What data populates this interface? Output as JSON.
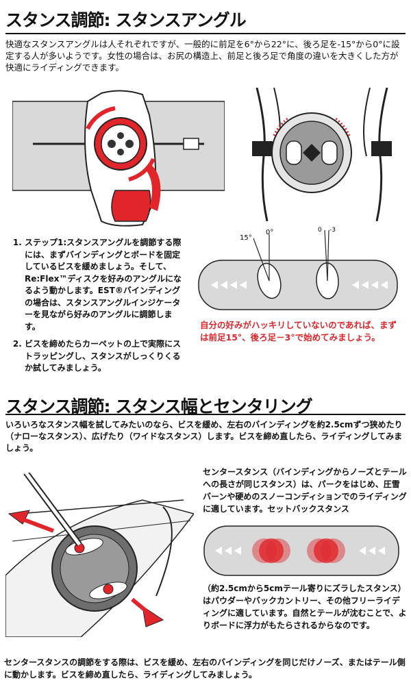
{
  "section1": {
    "title": "スタンス調節: スタンスアングル",
    "intro": "快適なスタンスアングルは人それぞれですが、一般的に前足を6°から22°に、後ろ足を-15°から0°に設定する人が多いようです。女性の場合は、お尻の構造上、前足と後ろ足で角度の違いを大きくした方が快適にライディングできます。",
    "steps": [
      "ステップ1:スタンスアングルを調節する際には、まずバインディングとボードを固定しているビスを緩めましょう。そして、Re:Flex™ディスクを好みのアングルになるよう動かします。EST®バインディングの場合は、スタンスアングルインジケーターを見ながら好みのアングルに調節します。",
      "ビスを締めたらカーペットの上で実際にストラッピングし、スタンスがしっくりくるか試してみましょう。"
    ],
    "recommend": "自分の好みがハッキリしていないのであれば、まずは前足15°、後ろ足－3°で始めてみましょう。",
    "angle_labels": {
      "front": "15°",
      "front_zero": "0°",
      "rear_zero": "0",
      "rear": "-3"
    }
  },
  "section2": {
    "title": "スタンス調節: スタンス幅とセンタリング",
    "intro": "いろいろなスタンス幅を試してみたいのなら、ビスを緩め、左右のバインディングを約2.5cmずつ狭めたり（ナローなスタンス）、広げたり（ワイドなスタンス）します。ビスを締め直したら、ライディングしてみましょう。",
    "center_text": "センタースタンス（バインディングからノーズとテールへの長さが同じスタンス）は、パークをはじめ、圧雪バーンや硬めのスノーコンディションでのライディングに適しています。セットバックスタンス",
    "setback_text": "（約2.5cmから5cmテール寄りにズラしたスタンス）はパウダーやバックカントリー、その他フリーライディングに適しています。自然とテールが沈むことで、よりボードに浮力がもたらされるからなのです。",
    "footer": "センタースタンスの調節をする際は、ビスを緩め、左右のバインディングを同じだけノーズ、またはテール側に動かします。ビスを締め直したら、ライディングしてみましょう。"
  },
  "colors": {
    "accent": "#e0252b",
    "ink": "#111111",
    "board": "#d9d9d9"
  },
  "icons": [
    "binding-disc-illustration",
    "binding-top-illustration",
    "snowboard-angle-diagram",
    "screwdriver-disc-illustration",
    "snowboard-center-diagram"
  ]
}
